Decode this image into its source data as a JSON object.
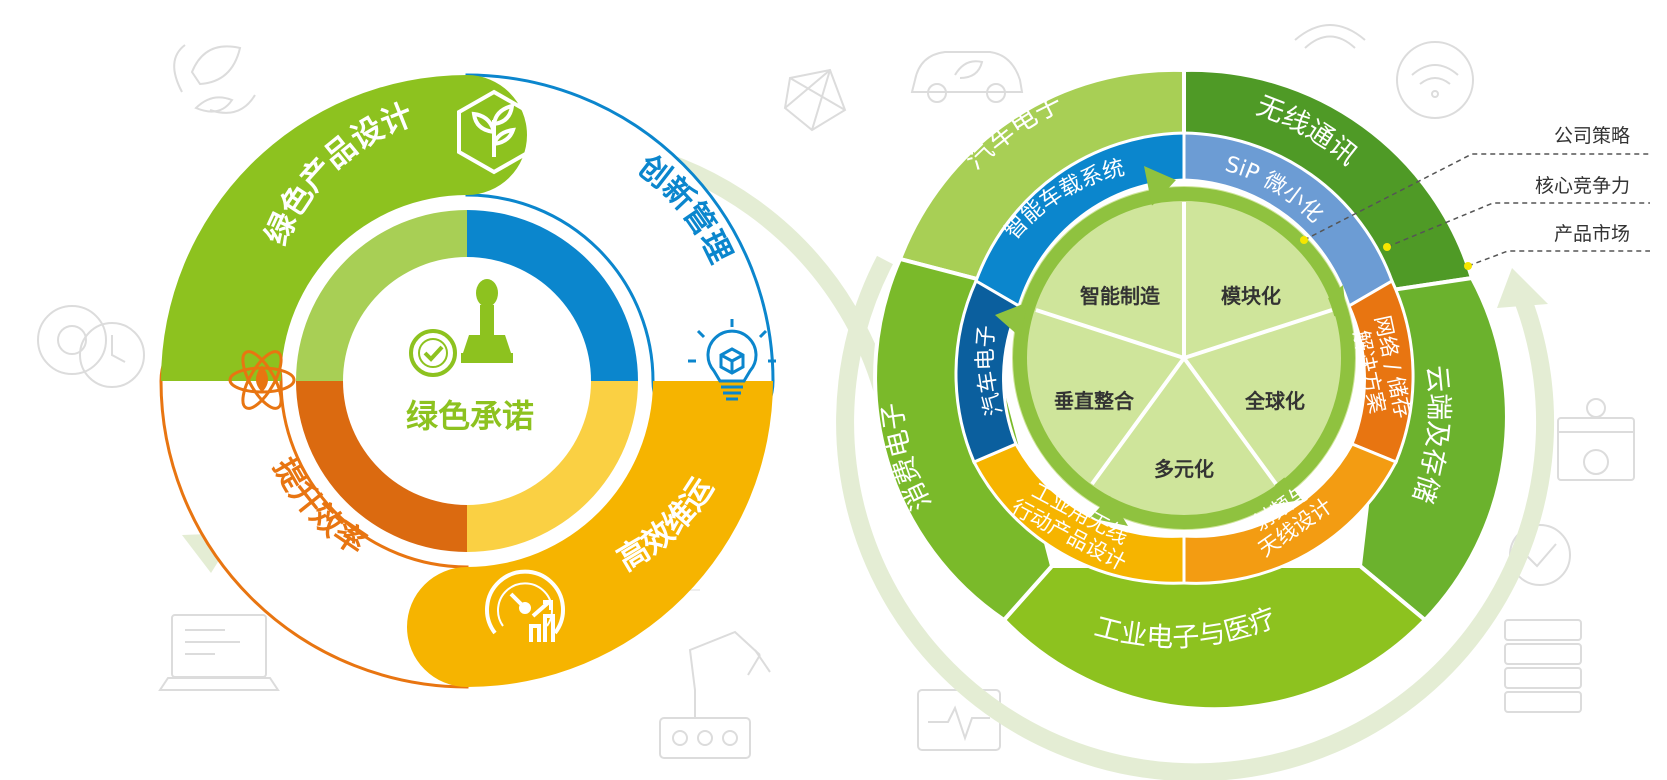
{
  "colors": {
    "green_main": "#8dc21f",
    "green_light": "#a8cf55",
    "green_dark": "#4f9a26",
    "blue_main": "#0b86cd",
    "blue_dark": "#0b5f9e",
    "blue_light": "#6c9cd4",
    "orange": "#e87511",
    "orange_dark": "#db6a10",
    "yellow": "#f6b400",
    "yellow_light": "#fad043",
    "pale_green": "#e4edd4",
    "center_green": "#cfe59b",
    "arrow_green": "#8fc23f"
  },
  "left_diagram": {
    "center_title": "绿色承诺",
    "center_icon": "stamp-check-icon",
    "segments": [
      {
        "id": "green-product-design",
        "label": "绿色产品设计",
        "icon": "leaf-cube-icon"
      },
      {
        "id": "innovation-management",
        "label": "创新管理",
        "icon": "lightbulb-cube-icon"
      },
      {
        "id": "efficient-operation",
        "label": "高效维运",
        "icon": "gauge-growth-icon"
      },
      {
        "id": "efficiency-improvement",
        "label": "提升效率",
        "icon": "atom-leaf-icon"
      }
    ]
  },
  "right_diagram": {
    "core": [
      "智能制造",
      "模块化",
      "全球化",
      "多元化",
      "垂直整合"
    ],
    "middle_ring": [
      {
        "id": "smart-vehicle",
        "label": "智能车载系统"
      },
      {
        "id": "sip",
        "label": "SiP 微小化"
      },
      {
        "id": "network-storage",
        "label": "网络 / 储存\n解决方案"
      },
      {
        "id": "rf-wireless",
        "label": "射频与\n天线设计"
      },
      {
        "id": "industrial-wireless",
        "label": "工业用无线\n行动产品设计"
      },
      {
        "id": "auto-electronics-inner",
        "label": "汽车电子"
      }
    ],
    "outer_ring": [
      {
        "id": "auto-electronics",
        "label": "汽车电子"
      },
      {
        "id": "wireless-comm",
        "label": "无线通讯"
      },
      {
        "id": "cloud-storage",
        "label": "云端及存储"
      },
      {
        "id": "industrial-medical",
        "label": "工业电子与医疗"
      },
      {
        "id": "consumer-electronics",
        "label": "消费电子"
      }
    ],
    "legend": [
      "公司策略",
      "核心竞争力",
      "产品市场"
    ]
  },
  "background_icons": [
    "plant-recycle-icon",
    "car-leaf-icon",
    "network-triangle-icon",
    "wifi-icon",
    "gear-clock-icon",
    "laptop-icon",
    "robot-arm-icon",
    "monitor-pulse-icon",
    "browser-gear-icon",
    "server-icon",
    "check-circle-icon"
  ]
}
